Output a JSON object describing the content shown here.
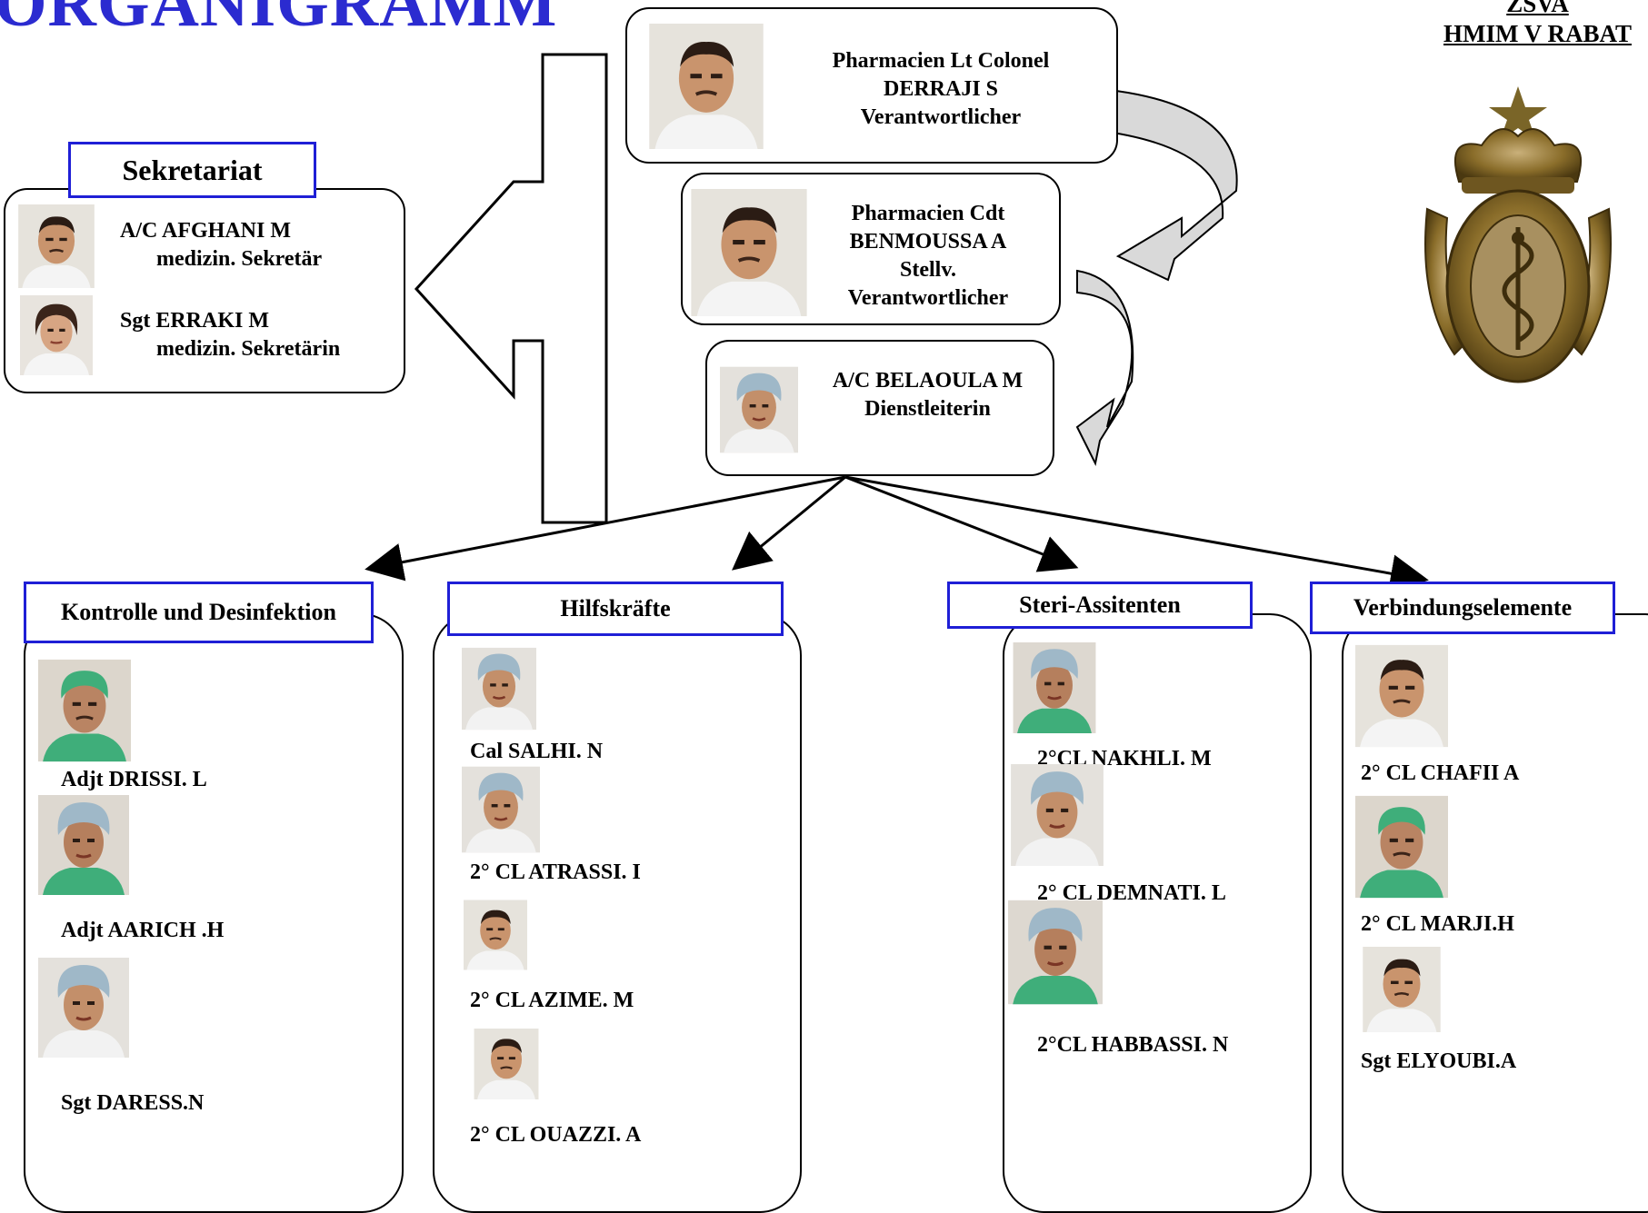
{
  "title": "ORGANIGRAMM",
  "org": {
    "line1": "ZSVA",
    "line2": "HMIM V  RABAT"
  },
  "leadership": [
    {
      "lines": [
        "Pharmacien Lt Colonel",
        "DERRAJI S",
        "Verantwortlicher"
      ]
    },
    {
      "lines": [
        "Pharmacien Cdt",
        "BENMOUSSA A",
        "Stellv.",
        "Verantwortlicher"
      ]
    },
    {
      "lines": [
        "A/C BELAOULA M",
        "Dienstleiterin"
      ]
    }
  ],
  "secretariat": {
    "heading": "Sekretariat",
    "members": [
      {
        "name": "A/C AFGHANI M",
        "role": "medizin. Sekretär"
      },
      {
        "name": "Sgt ERRAKI M",
        "role": "medizin. Sekretärin"
      }
    ]
  },
  "departments": [
    {
      "heading": "Kontrolle und Desinfektion",
      "members": [
        "Adjt DRISSI. L",
        "Adjt AARICH .H",
        "Sgt DARESS.N"
      ]
    },
    {
      "heading": "Hilfskräfte",
      "members": [
        "Cal SALHI. N",
        "2° CL ATRASSI. I",
        "2° CL AZIME. M",
        "2° CL OUAZZI. A"
      ]
    },
    {
      "heading": "Steri-Assitenten",
      "members": [
        "2°CL NAKHLI. M",
        "2° CL DEMNATI. L",
        "2°CL HABBASSI. N"
      ]
    },
    {
      "heading": "Verbindungselemente",
      "members": [
        "2° CL CHAFII A",
        "2° CL MARJI.H",
        "Sgt ELYOUBI.A"
      ]
    }
  ],
  "colors": {
    "title_blue": "#2b2bd0",
    "heading_border": "#1f1fd6",
    "scrub_green": "#3fae7a",
    "cap_blue": "#9fb8c8",
    "emblem_gold": "#8a6d2a"
  },
  "icons": [
    "person-photo",
    "military-emblem",
    "curved-arrow",
    "block-arrow"
  ]
}
